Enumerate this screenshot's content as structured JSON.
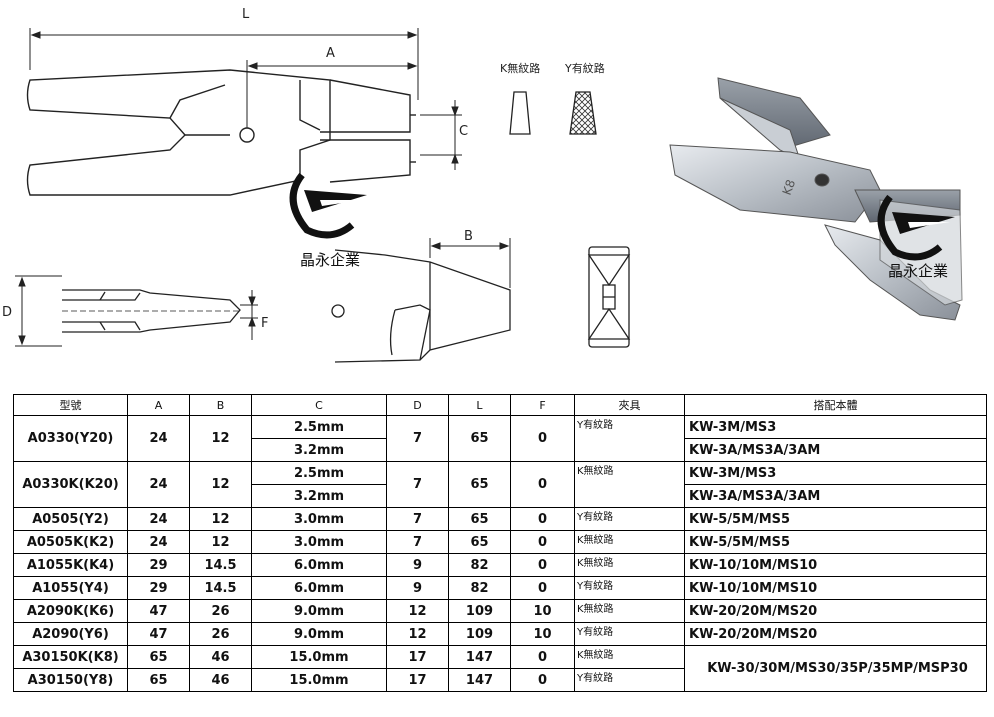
{
  "drawing": {
    "dim_L": "L",
    "dim_A": "A",
    "dim_B": "B",
    "dim_C": "C",
    "dim_D": "D",
    "dim_F": "F",
    "jaw_k_label": "K無紋路",
    "jaw_y_label": "Y有紋路",
    "brand_name": "晶永企業",
    "photo_engraving": "K8"
  },
  "table": {
    "headers": [
      "型號",
      "A",
      "B",
      "C",
      "D",
      "L",
      "F",
      "夾具",
      "搭配本體"
    ],
    "groups": [
      {
        "model": "A0330(Y20)",
        "A": "24",
        "B": "12",
        "C": [
          "2.5mm",
          "3.2mm"
        ],
        "D": "7",
        "L": "65",
        "F": "0",
        "jig": "Y有紋路",
        "body": [
          "KW-3M/MS3",
          "KW-3A/MS3A/3AM"
        ]
      },
      {
        "model": "A0330K(K20)",
        "A": "24",
        "B": "12",
        "C": [
          "2.5mm",
          "3.2mm"
        ],
        "D": "7",
        "L": "65",
        "F": "0",
        "jig": "K無紋路",
        "body": [
          "KW-3M/MS3",
          "KW-3A/MS3A/3AM"
        ]
      },
      {
        "model": "A0505(Y2)",
        "A": "24",
        "B": "12",
        "C": [
          "3.0mm"
        ],
        "D": "7",
        "L": "65",
        "F": "0",
        "jig": "Y有紋路",
        "body": [
          "KW-5/5M/MS5"
        ]
      },
      {
        "model": "A0505K(K2)",
        "A": "24",
        "B": "12",
        "C": [
          "3.0mm"
        ],
        "D": "7",
        "L": "65",
        "F": "0",
        "jig": "K無紋路",
        "body": [
          "KW-5/5M/MS5"
        ]
      },
      {
        "model": "A1055K(K4)",
        "A": "29",
        "B": "14.5",
        "C": [
          "6.0mm"
        ],
        "D": "9",
        "L": "82",
        "F": "0",
        "jig": "K無紋路",
        "body": [
          "KW-10/10M/MS10"
        ]
      },
      {
        "model": "A1055(Y4)",
        "A": "29",
        "B": "14.5",
        "C": [
          "6.0mm"
        ],
        "D": "9",
        "L": "82",
        "F": "0",
        "jig": "Y有紋路",
        "body": [
          "KW-10/10M/MS10"
        ]
      },
      {
        "model": "A2090K(K6)",
        "A": "47",
        "B": "26",
        "C": [
          "9.0mm"
        ],
        "D": "12",
        "L": "109",
        "F": "10",
        "jig": "K無紋路",
        "body": [
          "KW-20/20M/MS20"
        ]
      },
      {
        "model": "A2090(Y6)",
        "A": "47",
        "B": "26",
        "C": [
          "9.0mm"
        ],
        "D": "12",
        "L": "109",
        "F": "10",
        "jig": "Y有紋路",
        "body": [
          "KW-20/20M/MS20"
        ]
      },
      {
        "model": "A30150K(K8)",
        "A": "65",
        "B": "46",
        "C": [
          "15.0mm"
        ],
        "D": "17",
        "L": "147",
        "F": "0",
        "jig": "K無紋路",
        "body": [
          "KW-30/30M/MS30/35P/35MP/MSP30"
        ]
      },
      {
        "model": "A30150(Y8)",
        "A": "65",
        "B": "46",
        "C": [
          "15.0mm"
        ],
        "D": "17",
        "L": "147",
        "F": "0",
        "jig": "Y有紋路",
        "body": []
      }
    ],
    "shared_body_last_two": true
  }
}
